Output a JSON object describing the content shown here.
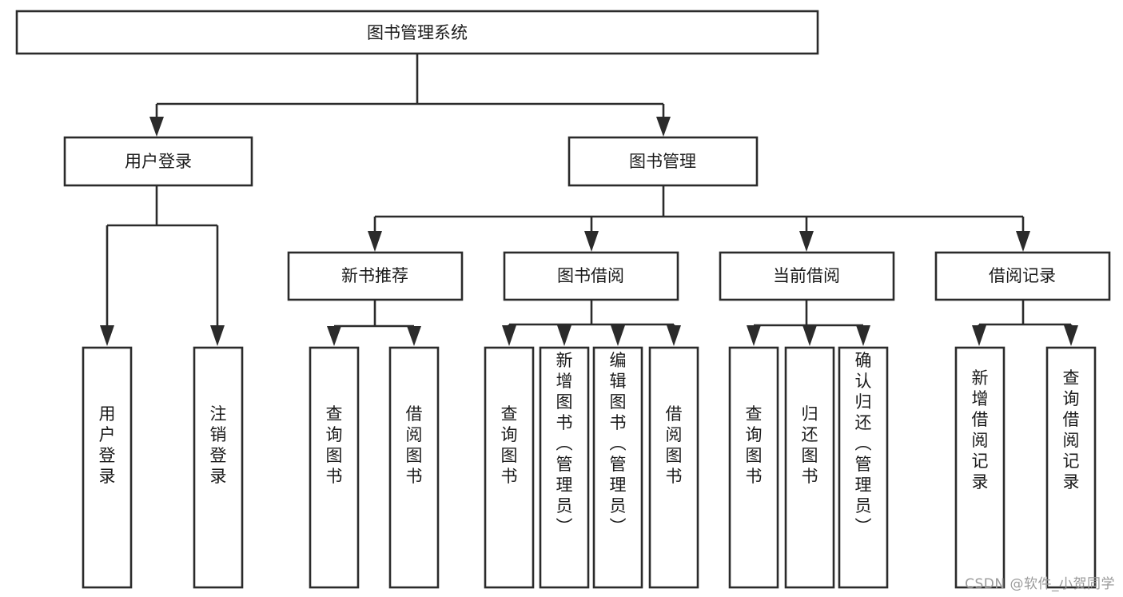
{
  "diagram": {
    "title": "图书管理系统",
    "type": "tree-hierarchy-functional-decomposition",
    "colors": {
      "stroke": "#2b2b2b",
      "fill": "#ffffff",
      "text": "#1a1a1a",
      "watermark": "#9a9a9a"
    },
    "root": {
      "label": "图书管理系统",
      "name": "root-node-book-management-system"
    },
    "level2": [
      {
        "label": "用户登录",
        "name": "node-user-login"
      },
      {
        "label": "图书管理",
        "name": "node-book-management"
      }
    ],
    "level3": [
      {
        "label": "新书推荐",
        "name": "node-new-book-recommend"
      },
      {
        "label": "图书借阅",
        "name": "node-book-borrow"
      },
      {
        "label": "当前借阅",
        "name": "node-current-borrow"
      },
      {
        "label": "借阅记录",
        "name": "node-borrow-record"
      }
    ],
    "leaves": {
      "user_login": [
        {
          "label": "用户登录",
          "name": "leaf-user-login"
        },
        {
          "label": "注销登录",
          "name": "leaf-logout"
        }
      ],
      "new_book_recommend": [
        {
          "label": "查询图书",
          "name": "leaf-query-book-1"
        },
        {
          "label": "借阅图书",
          "name": "leaf-borrow-book-1"
        }
      ],
      "book_borrow": [
        {
          "label": "查询图书",
          "name": "leaf-query-book-2"
        },
        {
          "label": "新增图书（管理员）",
          "name": "leaf-add-book-admin"
        },
        {
          "label": "编辑图书（管理员）",
          "name": "leaf-edit-book-admin"
        },
        {
          "label": "借阅图书",
          "name": "leaf-borrow-book-2"
        }
      ],
      "current_borrow": [
        {
          "label": "查询图书",
          "name": "leaf-query-book-3"
        },
        {
          "label": "归还图书",
          "name": "leaf-return-book"
        },
        {
          "label": "确认归还（管理员）",
          "name": "leaf-confirm-return-admin"
        }
      ],
      "borrow_record": [
        {
          "label": "新增借阅记录",
          "name": "leaf-add-borrow-record"
        },
        {
          "label": "查询借阅记录",
          "name": "leaf-query-borrow-record"
        }
      ]
    }
  },
  "watermark": {
    "text": "CSDN @软件_小贺同学"
  }
}
